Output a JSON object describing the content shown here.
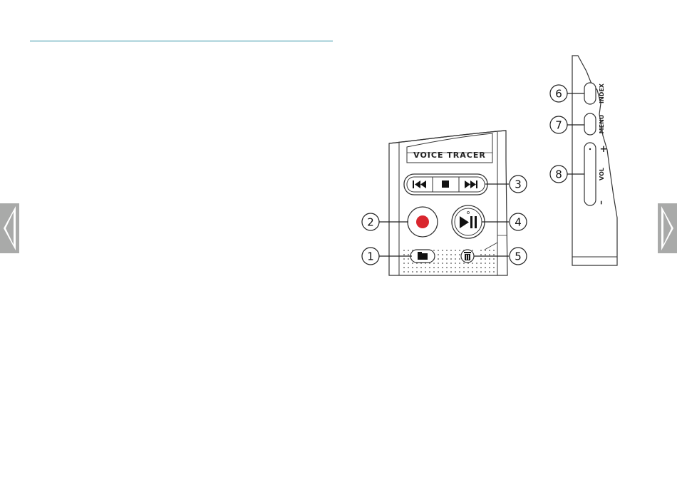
{
  "device": {
    "brand_label": "VOICE TRACER"
  },
  "side_labels": {
    "index": "INDEX",
    "menu": "MENU",
    "vol": "VOL",
    "plus": "+",
    "minus": "–"
  },
  "callouts": {
    "c1": "1",
    "c2": "2",
    "c3": "3",
    "c4": "4",
    "c5": "5",
    "c6": "6",
    "c7": "7",
    "c8": "8"
  },
  "colors": {
    "rule": "#2a8fa3",
    "record": "#d9262e",
    "nav_tab": "#a9aaa9"
  },
  "icons": {
    "prev": "skip-back-icon",
    "stop": "stop-icon",
    "next": "skip-forward-icon",
    "record": "record-icon",
    "playpause": "play-pause-icon",
    "folder": "folder-icon",
    "delete": "trash-icon",
    "nav_prev": "chevron-left-icon",
    "nav_next": "chevron-right-icon"
  }
}
